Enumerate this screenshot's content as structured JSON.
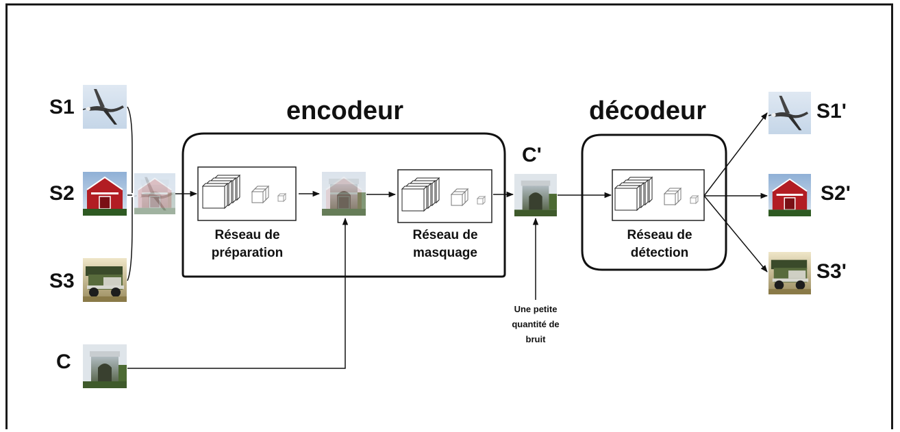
{
  "labels": {
    "s1": "S1",
    "s2": "S2",
    "s3": "S3",
    "c": "C",
    "s1_out": "S1'",
    "s2_out": "S2'",
    "s3_out": "S3'",
    "c_prime": "C'"
  },
  "encoder": {
    "title": "encodeur",
    "prep_network": [
      "Réseau de",
      "préparation"
    ],
    "mask_network": [
      "Réseau de",
      "masquage"
    ]
  },
  "decoder": {
    "title": "décodeur",
    "detect_network": [
      "Réseau de",
      "détection"
    ]
  },
  "noise_note": [
    "Une petite",
    "quantité de",
    "bruit"
  ],
  "images": {
    "s1": "bird-photo",
    "s2": "red-barn-photo",
    "s3": "vintage-truck-photo",
    "c": "triumphal-arch-photo",
    "merged_secrets": "merged-secret-images",
    "prepared_cover": "prepared-cover-image",
    "c_prime": "stego-image"
  },
  "colors": {
    "stroke": "#111111",
    "frame": "#1a1a1a"
  }
}
